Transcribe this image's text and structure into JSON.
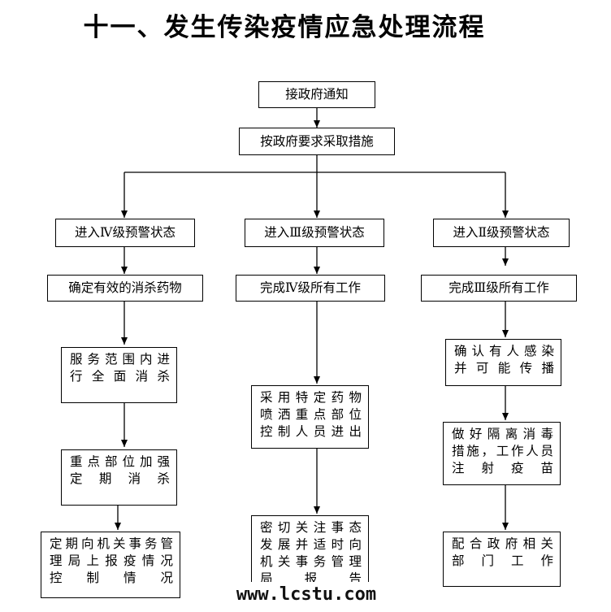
{
  "title": "十一、发生传染疫情应急处理流程",
  "watermark": "www.lcstu.com",
  "nodes": {
    "notify": "接政府通知",
    "measures": "按政府要求采取措施",
    "level4": "进入Ⅳ级预警状态",
    "level3": "进入Ⅲ级预警状态",
    "level2": "进入Ⅱ级预警状态",
    "l4_drug": "确定有效的消杀药物",
    "l4_disinfect": [
      "服务范围内进",
      "行全面消杀"
    ],
    "l4_key": [
      "重点部位加强",
      "定期消杀"
    ],
    "l4_report": [
      "定期向机关事务管",
      "理局上报疫情况",
      "控制情况"
    ],
    "l3_complete": "完成Ⅳ级所有工作",
    "l3_spray": [
      "采用特定药物",
      "喷洒重点部位",
      "控制人员进出"
    ],
    "l3_monitor": [
      "密切关注事态",
      "发展并适时向",
      "机关事务管理",
      "局报告"
    ],
    "l2_complete": "完成Ⅲ级所有工作",
    "l2_confirm": [
      "确认有人感染",
      "并可能传播"
    ],
    "l2_isolate": [
      "做好隔离消毒",
      "措施，工作人员",
      "注射疫苗"
    ],
    "l2_cooperate": [
      "配合政府相关",
      "部门工作"
    ]
  }
}
